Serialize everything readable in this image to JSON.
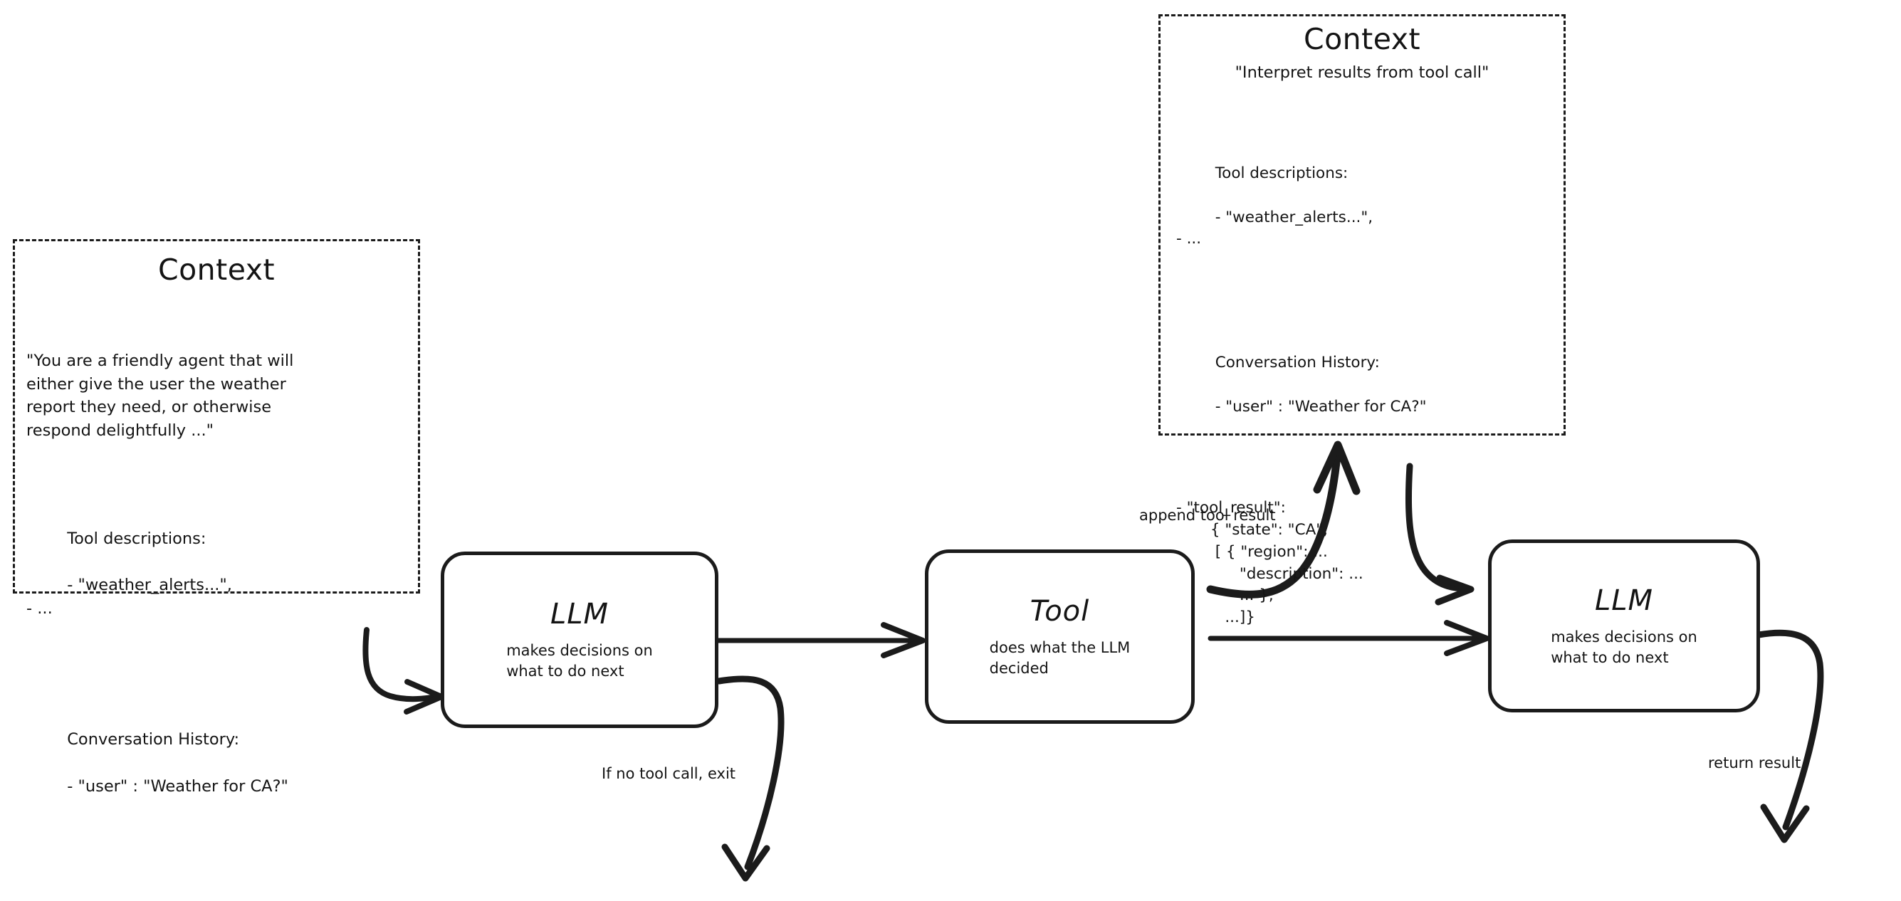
{
  "diagram": {
    "title": "Agent loop with LLM, Tool and Context",
    "stroke_color": "#1b1b1b",
    "text_color": "#141414",
    "background": "#ffffff"
  },
  "context_left": {
    "title": "Context",
    "system_prompt": "\"You are a friendly agent that will\neither give the user the weather\nreport they need, or otherwise\nrespond delightfully ...\"",
    "tool_descriptions_heading": "Tool descriptions:",
    "tool_descriptions_items": "- \"weather_alerts...\",\n- ...",
    "conversation_heading": "Conversation History:",
    "conversation_items": "- \"user\" : \"Weather for CA?\""
  },
  "context_right": {
    "title": "Context",
    "intro": "\"Interpret results from tool call\"",
    "tool_descriptions_heading": "Tool descriptions:",
    "tool_descriptions_items": "- \"weather_alerts...\",\n- ...",
    "conversation_heading": "Conversation History:",
    "conversation_user": "- \"user\" : \"Weather for CA?\"",
    "conversation_tool_result": "- \"tool_result\":\n       { \"state\": \"CA\",\n        [ { \"region\": ...\n             \"description\": ...\n             ... },\n          ...]}"
  },
  "nodes": {
    "llm_left": {
      "title": "LLM",
      "subtitle": "makes decisions on\nwhat to do next"
    },
    "tool": {
      "title": "Tool",
      "subtitle": "does what the LLM\ndecided"
    },
    "llm_right": {
      "title": "LLM",
      "subtitle": "makes decisions on\nwhat to do next"
    }
  },
  "edges": {
    "append_tool_result": "append tool result",
    "if_no_tool_call_exit": "If no tool call, exit",
    "return_result": "return result"
  }
}
